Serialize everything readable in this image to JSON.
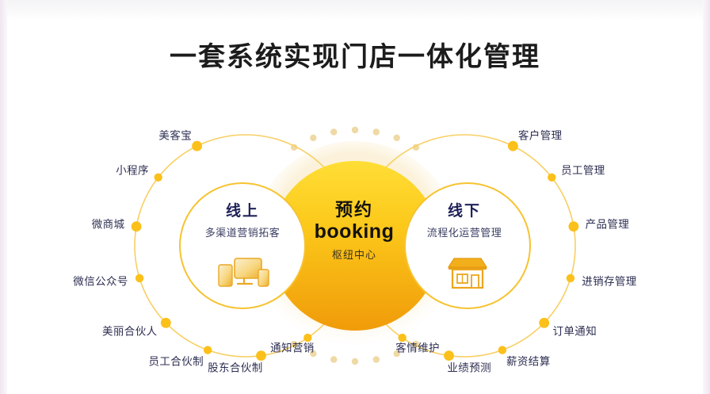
{
  "page": {
    "title": "一套系统实现门店一体化管理",
    "bg_color": "#ffffff",
    "edge_color": "#efe6f2"
  },
  "colors": {
    "accent_yellow": "#FBC516",
    "accent_gold": "#F5A50B",
    "hub_top": "#FFD61F",
    "hub_bottom": "#F29B09",
    "ring_stroke": "#F7C948",
    "dot_fill": "#FBC01A",
    "halo_dot": "#EFD9A4",
    "label_text": "#2d2f52",
    "lobe_title": "#1f2258"
  },
  "hub": {
    "title_cn": "预约",
    "title_en": "booking",
    "subtitle": "枢纽中心"
  },
  "lobes": [
    {
      "id": "online",
      "title": "线上",
      "subtitle": "多渠道营销拓客",
      "icon": "devices-icon"
    },
    {
      "id": "offline",
      "title": "线下",
      "subtitle": "流程化运营管理",
      "icon": "store-icon"
    }
  ],
  "left_ring": {
    "side": "left",
    "labels": [
      "美客宝",
      "小程序",
      "微商城",
      "微信公众号",
      "美丽合伙人",
      "员工合伙制",
      "股东合伙制",
      "通知营销"
    ]
  },
  "right_ring": {
    "side": "right",
    "labels": [
      "客户管理",
      "员工管理",
      "产品管理",
      "进销存管理",
      "订单通知",
      "薪资结算",
      "业绩预测",
      "客情维护"
    ]
  },
  "chart_data": {
    "type": "diagram",
    "title": "一套系统实现门店一体化管理",
    "layout": "venn-hub",
    "center_node": {
      "label": "预约 booking",
      "role": "枢纽中心"
    },
    "clusters": [
      {
        "name": "线上",
        "desc": "多渠道营销拓客",
        "items": [
          "美客宝",
          "小程序",
          "微商城",
          "微信公众号",
          "美丽合伙人",
          "员工合伙制",
          "股东合伙制",
          "通知营销"
        ]
      },
      {
        "name": "线下",
        "desc": "流程化运营管理",
        "items": [
          "客户管理",
          "员工管理",
          "产品管理",
          "进销存管理",
          "订单通知",
          "薪资结算",
          "业绩预测",
          "客情维护"
        ]
      }
    ]
  }
}
